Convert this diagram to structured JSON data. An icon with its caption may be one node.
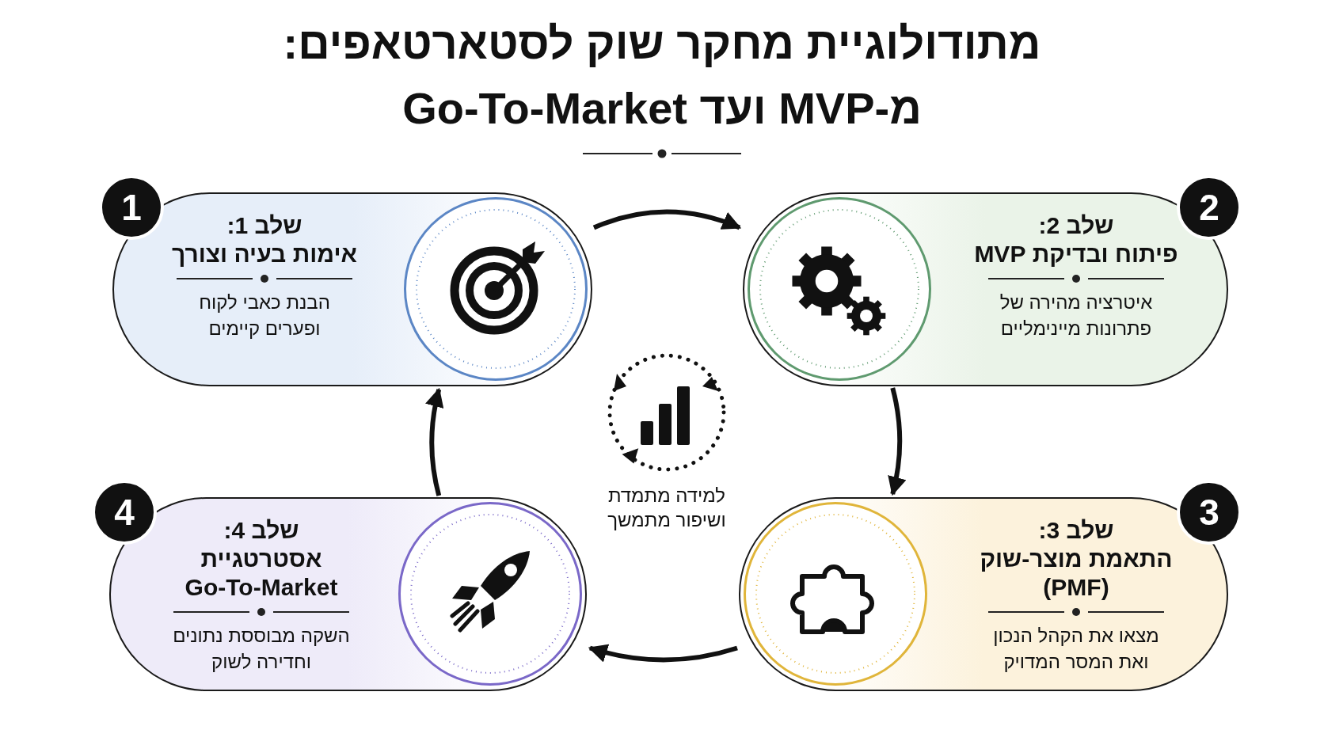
{
  "diagram": {
    "title": "מתודולוגיית מחקר שוק לסטארטאפים: מ-MVP ועד Go-To-Market",
    "nodes": [
      {
        "text": [
          "שלב 1:",
          "אימות בעיה וצורך",
          "הבנת כאבי לקוח ופערים קיימים"
        ]
      },
      {
        "text": [
          "1"
        ]
      },
      {
        "text": [
          "שלב 2:",
          "פיתוח ובדיקת MVP",
          "איטרציה מהירה של פתרונות מיינימליים"
        ]
      },
      {
        "text": [
          "2"
        ]
      },
      {
        "text": [
          "שלב 3:",
          "התאמת מוצר-שוק (PMF)",
          "מצאו את הקהל הנכון ואת המסר המדויק"
        ]
      },
      {
        "text": [
          "3"
        ]
      },
      {
        "text": [
          "שלב 4:",
          "אסטרטגיית Go-To-Market",
          "השקה מבוססת נתונים וחדירה לשוק"
        ]
      },
      {
        "text": [
          "4"
        ]
      }
    ],
    "edges": [
      {
        "from": 0,
        "to": 2,
        "arrow": "to"
      },
      {
        "from": 2,
        "to": 4,
        "arrow": "to"
      },
      {
        "from": 4,
        "to": 6,
        "arrow": "to"
      },
      {
        "from": 6,
        "to": 0,
        "arrow": "to"
      }
    ],
    "labels": [
      "למידה מתמדת ושיפור מתמשך"
    ]
  }
}
